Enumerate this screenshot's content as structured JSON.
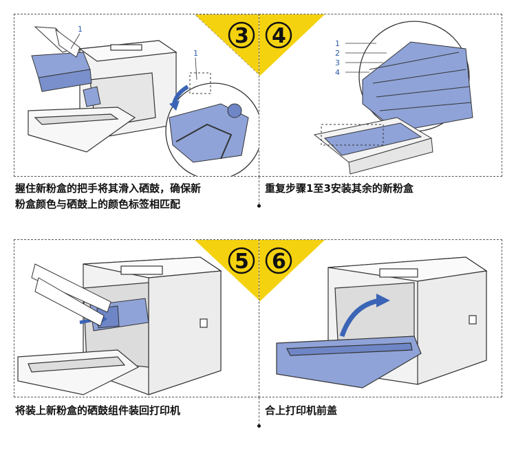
{
  "steps": [
    {
      "number": "3",
      "caption_line1": "握住新粉盒的把手将其滑入硒鼓，确保新",
      "caption_line2": "粉盒颜色与硒鼓上的颜色标签相匹配",
      "callouts": [
        "1",
        "1"
      ]
    },
    {
      "number": "4",
      "caption_line1": "重复步骤1至3安装其余的新粉盒",
      "callouts": [
        "1",
        "2",
        "3",
        "4"
      ]
    },
    {
      "number": "5",
      "caption_line1": "将装上新粉盒的硒鼓组件装回打印机"
    },
    {
      "number": "6",
      "caption_line1": "合上打印机前盖"
    }
  ],
  "colors": {
    "badge_yellow": "#f5d20f",
    "part_blue": "#8fa3d8",
    "outline": "#333333",
    "label_blue": "#2b5aa8"
  }
}
